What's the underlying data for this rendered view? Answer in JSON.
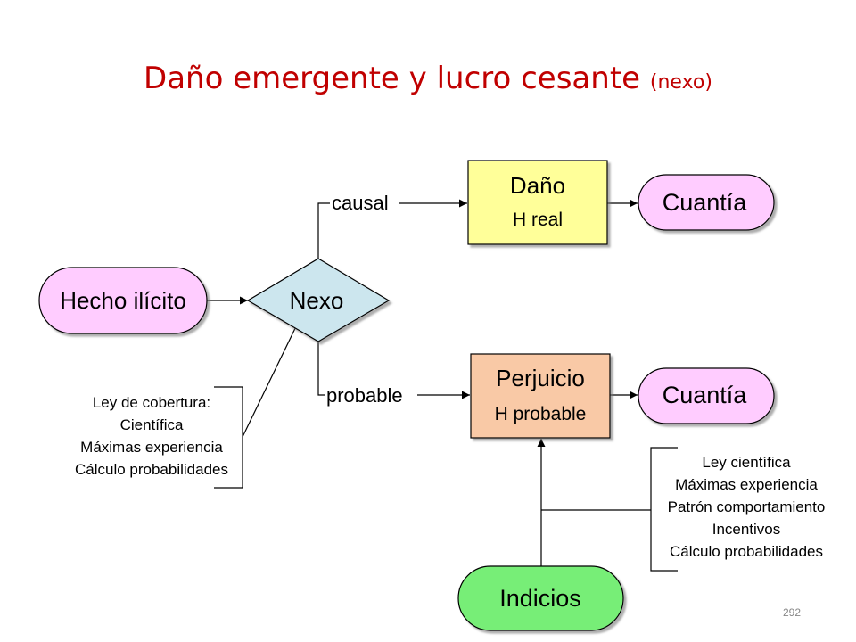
{
  "title": {
    "main": "Daño emergente y lucro cesante",
    "sub": "(nexo)"
  },
  "nodes": {
    "hecho": "Hecho ilícito",
    "nexo": "Nexo",
    "dano": {
      "line1": "Daño",
      "line2": "H real"
    },
    "perjuicio": {
      "line1": "Perjuicio",
      "line2": "H probable"
    },
    "cuantia_top": "Cuantía",
    "cuantia_bottom": "Cuantía",
    "indicios": "Indicios"
  },
  "edge_labels": {
    "causal": "causal",
    "probable": "probable"
  },
  "left_bracket": [
    "Ley de cobertura:",
    "Científica",
    "Máximas experiencia",
    "Cálculo probabilidades"
  ],
  "right_bracket": [
    "Ley científica",
    "Máximas experiencia",
    "Patrón comportamiento",
    "Incentivos",
    "Cálculo probabilidades"
  ],
  "page_number": "292",
  "colors": {
    "title": "#c00000",
    "pink": "#ffccff",
    "diamond": "#cce6ee",
    "yellow": "#ffff99",
    "peach": "#f9c9a6",
    "green": "#77ee77"
  }
}
